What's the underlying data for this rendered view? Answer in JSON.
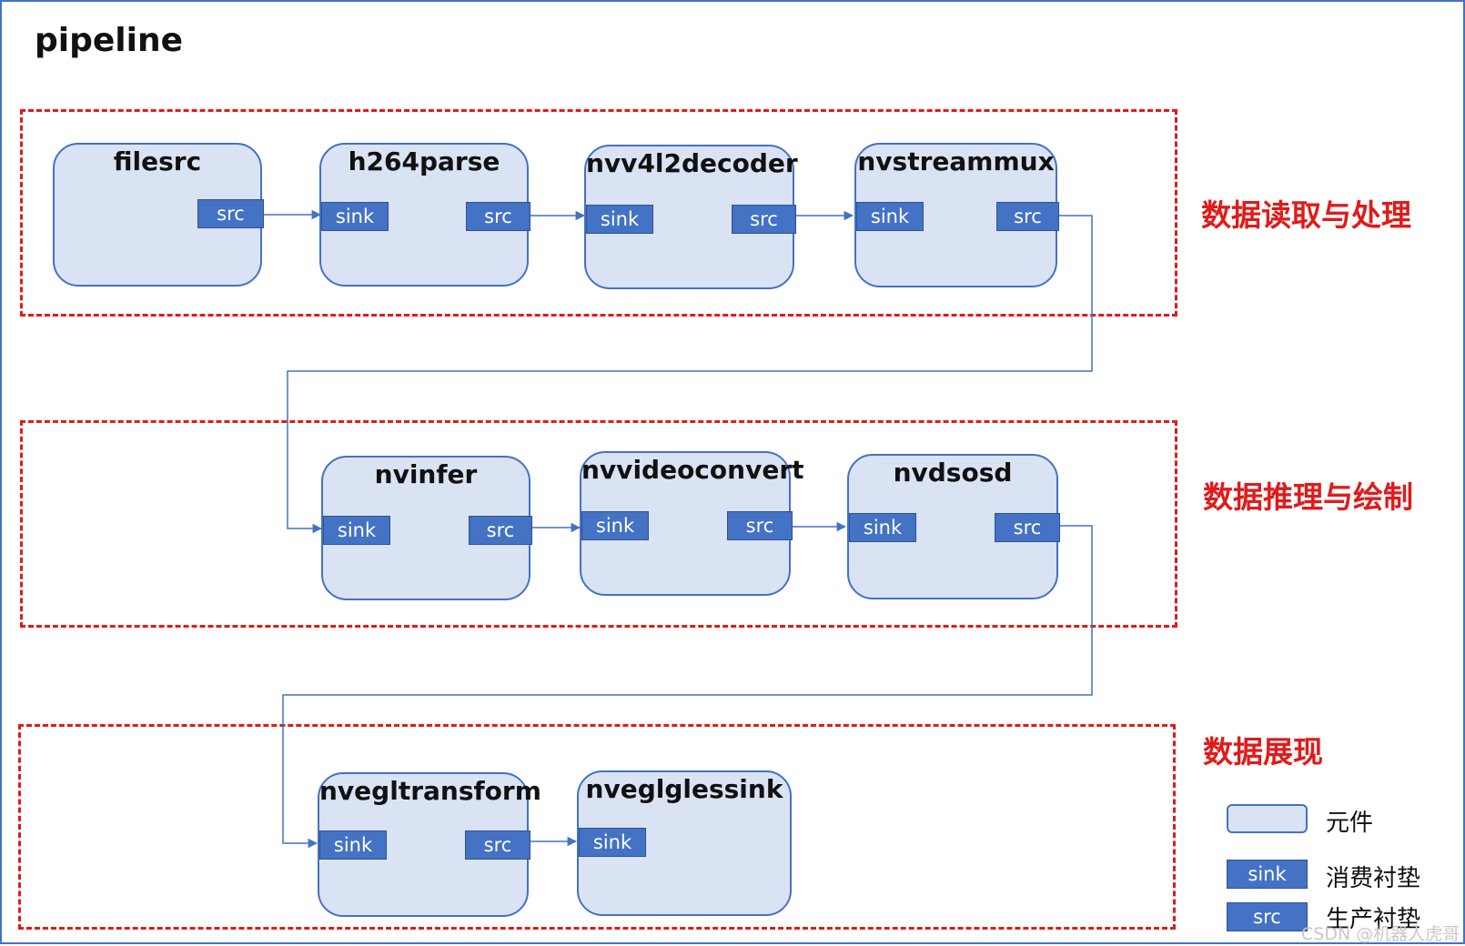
{
  "title": "pipeline",
  "stages": [
    {
      "label": "数据读取与处理"
    },
    {
      "label": "数据推理与绘制"
    },
    {
      "label": "数据展现"
    }
  ],
  "elements": [
    {
      "name": "filesrc",
      "pads": [
        "src"
      ]
    },
    {
      "name": "h264parse",
      "pads": [
        "sink",
        "src"
      ]
    },
    {
      "name": "nvv4l2decoder",
      "pads": [
        "sink",
        "src"
      ]
    },
    {
      "name": "nvstreammux",
      "pads": [
        "sink",
        "src"
      ]
    },
    {
      "name": "nvinfer",
      "pads": [
        "sink",
        "src"
      ]
    },
    {
      "name": "nvvideoconvert",
      "pads": [
        "sink",
        "src"
      ]
    },
    {
      "name": "nvdsosd",
      "pads": [
        "sink",
        "src"
      ]
    },
    {
      "name": "nvegltransform",
      "pads": [
        "sink",
        "src"
      ]
    },
    {
      "name": "nveglglessink",
      "pads": [
        "sink"
      ]
    }
  ],
  "legend": {
    "element_label": "元件",
    "sink_pad": "sink",
    "sink_label": "消费衬垫",
    "src_pad": "src",
    "src_label": "生产衬垫"
  },
  "watermark": "CSDN @机器人虎哥",
  "colors": {
    "frame_border": "#4472c4",
    "element_fill": "#dae3f3",
    "pad_fill": "#4472c4",
    "stage_border": "#e21a1a",
    "stage_text": "#e21a1a",
    "connector": "#4472c4"
  }
}
